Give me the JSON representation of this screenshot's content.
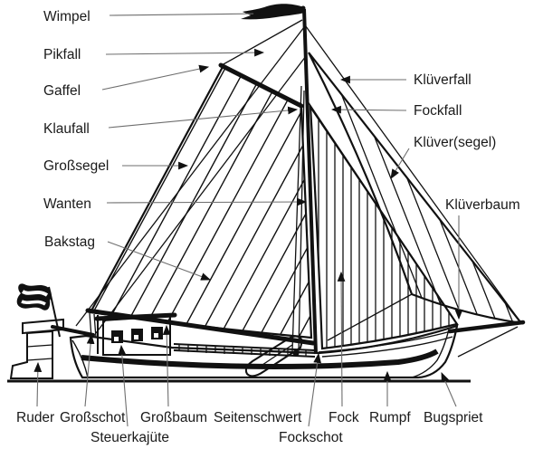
{
  "diagram": {
    "kind": "labeled line drawing of a gaff-rigged flat-bottom sailing boat",
    "colors": {
      "background": "#ffffff",
      "ink": "#111111",
      "text": "#1a1a1a",
      "leader_line": "#6e6e6e"
    },
    "labels": {
      "left": [
        "Wimpel",
        "Pikfall",
        "Gaffel",
        "Klaufall",
        "Großsegel",
        "Wanten",
        "Bakstag"
      ],
      "right": [
        "Klüverfall",
        "Fockfall",
        "Klüver(segel)",
        "Klüverbaum"
      ],
      "bottom": [
        "Ruder",
        "Großschot",
        "Steuerkajüte",
        "Großbaum",
        "Seitenschwert",
        "Fockschot",
        "Fock",
        "Rumpf",
        "Bugspriet"
      ]
    }
  }
}
